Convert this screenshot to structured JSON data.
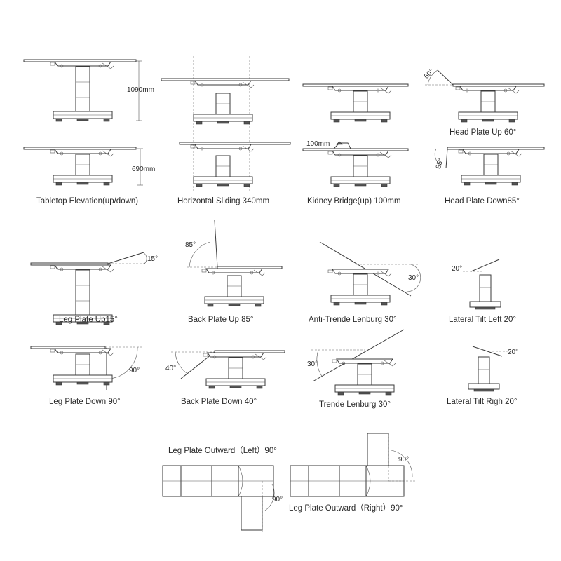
{
  "captions": {
    "elevation": "Tabletop Elevation(up/down)",
    "sliding": "Horizontal  Sliding 340mm",
    "kidney": "Kidney Bridge(up) 100mm",
    "head_up": "Head Plate Up 60°",
    "head_down": "Head Plate Down85°",
    "leg_up": "Leg Plate Up15°",
    "back_up": "Back Plate Up 85°",
    "anti_trend": "Anti-Trende Lenburg 30°",
    "tilt_left": "Lateral Tilt Left 20°",
    "leg_down": "Leg Plate Down 90°",
    "back_down": "Back Plate Down 40°",
    "trend": "Trende Lenburg 30°",
    "tilt_right": "Lateral Tilt Righ 20°",
    "leg_out_left": "Leg Plate Outward（Left）90°",
    "leg_out_right": "Leg Plate Outward（Right）90°"
  },
  "dimensions": {
    "max_height": "1090mm",
    "min_height": "690mm",
    "kidney": "100mm",
    "head_up_angle": "60°",
    "head_down_angle": "85°",
    "leg_up_angle": "15°",
    "back_up_angle": "85°",
    "anti_trend_angle": "30°",
    "tilt_left_angle": "20°",
    "leg_down_angle": "90°",
    "back_down_angle": "40°",
    "trend_angle": "30°",
    "tilt_right_angle": "20°",
    "leg_out_left_angle": "90°",
    "leg_out_right_angle": "90°"
  }
}
